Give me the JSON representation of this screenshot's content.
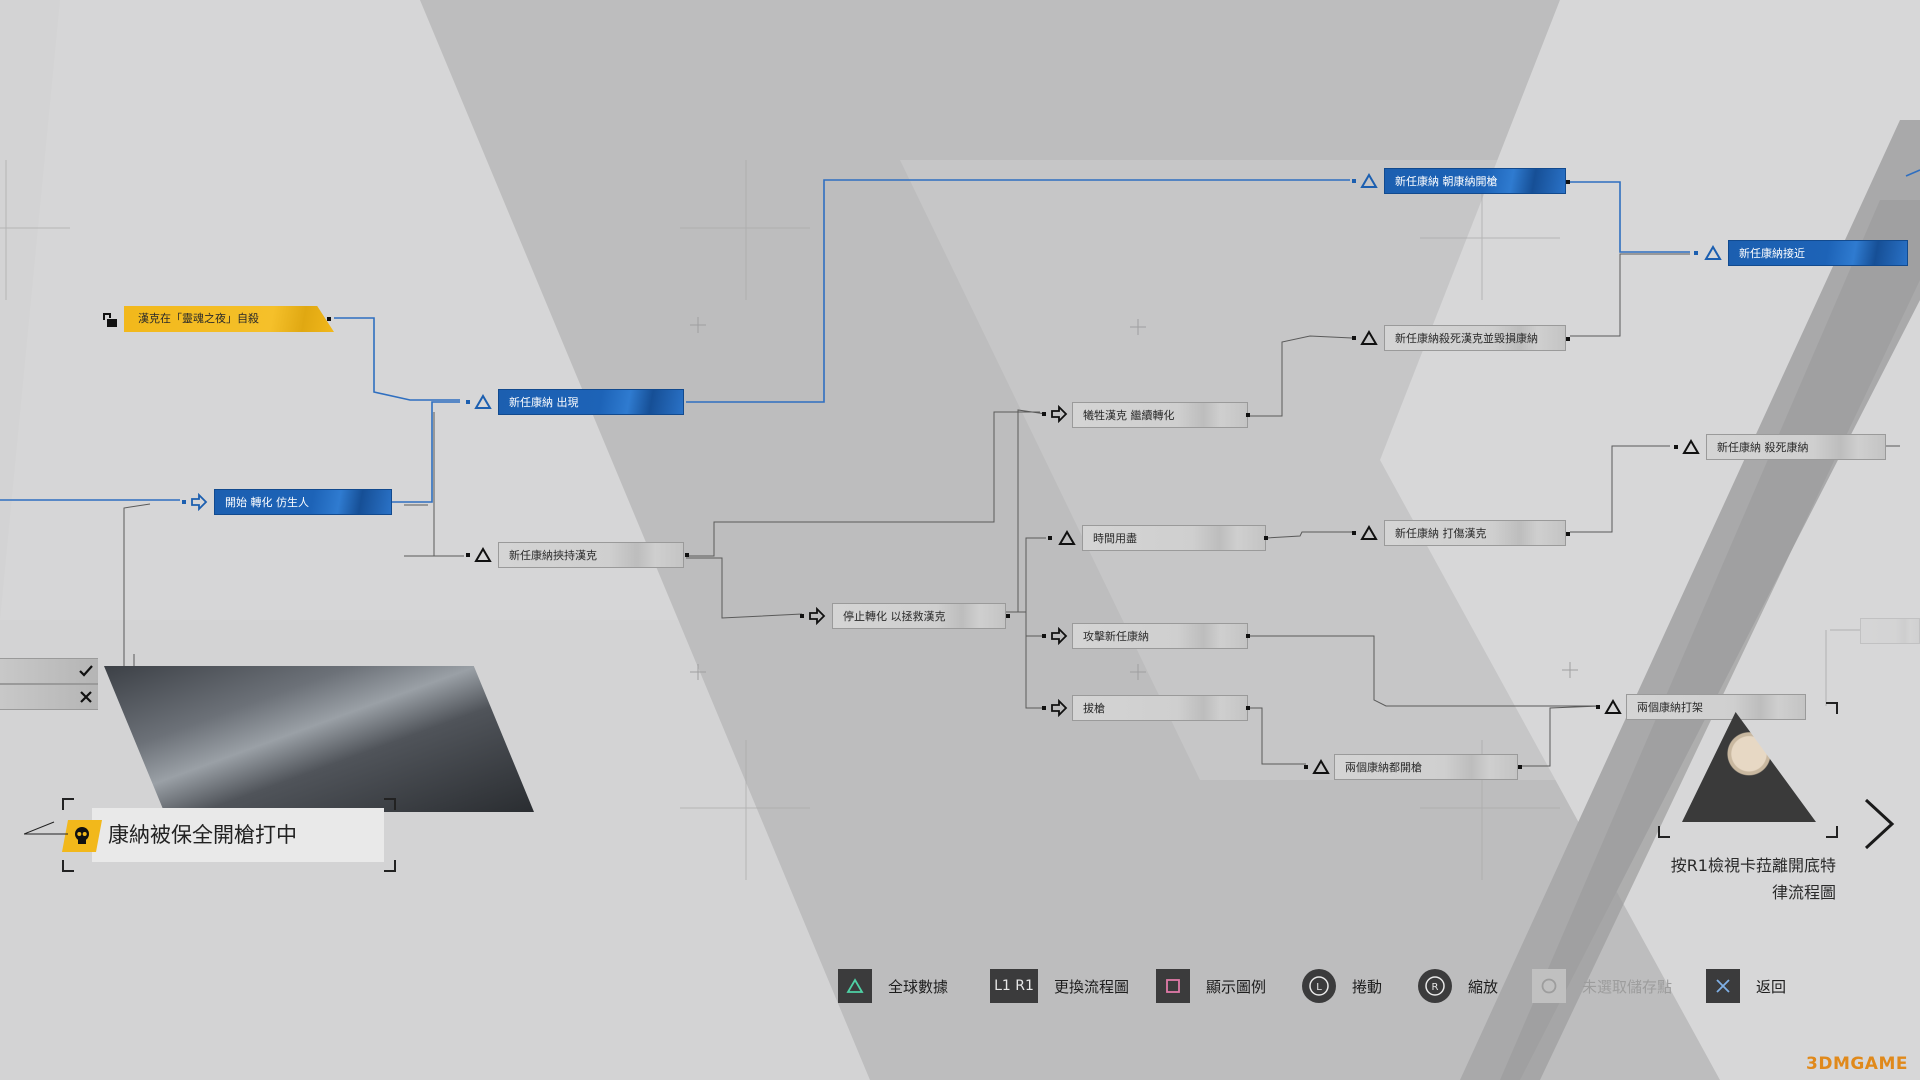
{
  "nodes": [
    {
      "id": "n-gold",
      "label": "漢克在「靈魂之夜」自殺",
      "style": "gold",
      "symbol": "unlock"
    },
    {
      "id": "n-appear",
      "label": "新任康納 出現",
      "style": "blue",
      "symbol": "triangle"
    },
    {
      "id": "n-convert",
      "label": "開始 轉化 仿生人",
      "style": "blue",
      "symbol": "arrow"
    },
    {
      "id": "n-hostage",
      "label": "新任康納挾持漢克",
      "style": "grey",
      "symbol": "triangle"
    },
    {
      "id": "n-stop",
      "label": "停止轉化 以拯救漢克",
      "style": "grey",
      "symbol": "arrow"
    },
    {
      "id": "n-sacrifice",
      "label": "犧牲漢克 繼續轉化",
      "style": "grey",
      "symbol": "arrow"
    },
    {
      "id": "n-timeout",
      "label": "時間用盡",
      "style": "grey",
      "symbol": "triangle"
    },
    {
      "id": "n-attack",
      "label": "攻擊新任康納",
      "style": "grey",
      "symbol": "arrow"
    },
    {
      "id": "n-draw",
      "label": "拔槍",
      "style": "grey",
      "symbol": "arrow"
    },
    {
      "id": "n-aim",
      "label": "新任康納 朝康納開槍",
      "style": "blue",
      "symbol": "triangle"
    },
    {
      "id": "n-approach",
      "label": "新任康納接近",
      "style": "blue",
      "symbol": "triangle"
    },
    {
      "id": "n-killhank",
      "label": "新任康納殺死漢克並毀損康納",
      "style": "grey",
      "symbol": "triangle"
    },
    {
      "id": "n-killconnor",
      "label": "新任康納 殺死康納",
      "style": "grey",
      "symbol": "triangle"
    },
    {
      "id": "n-wound",
      "label": "新任康納 打傷漢克",
      "style": "grey",
      "symbol": "triangle"
    },
    {
      "id": "n-fight",
      "label": "兩個康納打架",
      "style": "grey",
      "symbol": "triangle"
    },
    {
      "id": "n-bothshoot",
      "label": "兩個康納都開槍",
      "style": "grey",
      "symbol": "triangle"
    }
  ],
  "event": {
    "caption": "康納被保全開槍打中",
    "icon": "skull-icon"
  },
  "next_chart": {
    "caption_line1": "按R1檢視卡菈離開底特",
    "caption_line2": "律流程圖"
  },
  "controls": [
    {
      "key": "triangle",
      "label": "全球數據"
    },
    {
      "key": "L1 R1",
      "label": "更換流程圖"
    },
    {
      "key": "square",
      "label": "顯示圖例"
    },
    {
      "key": "L",
      "label": "捲動"
    },
    {
      "key": "R",
      "label": "縮放"
    },
    {
      "key": "circle",
      "label": "未選取儲存點",
      "disabled": true
    },
    {
      "key": "cross",
      "label": "返回"
    }
  ],
  "watermark": "3DMGAME",
  "colors": {
    "accent_blue": "#1c5fb0",
    "accent_gold": "#f2b81b",
    "background": "#c9c9ca"
  }
}
